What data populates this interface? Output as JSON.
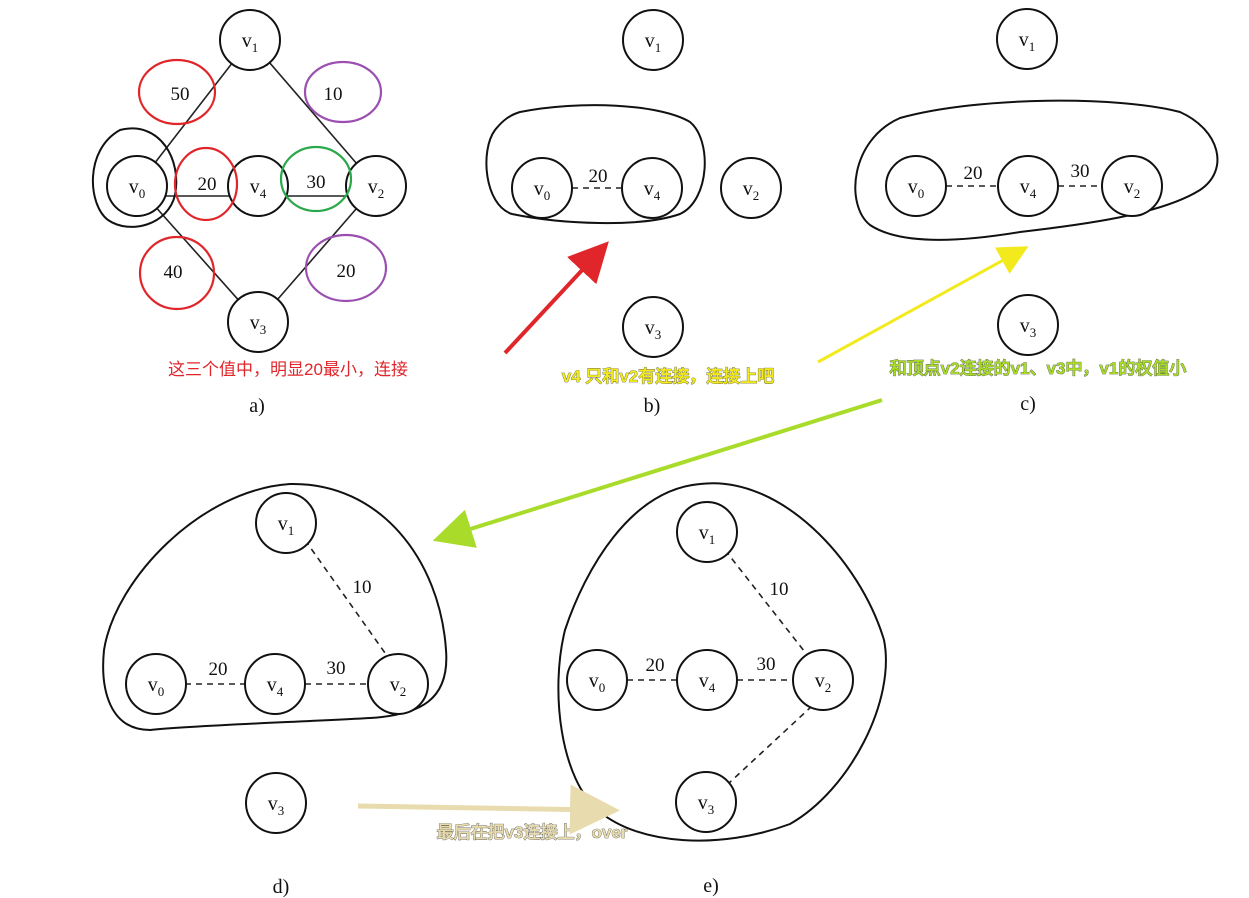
{
  "colors": {
    "red": "#e0262b",
    "green": "#2aa84a",
    "purple": "#9b4fb0",
    "yellow": "#f2ea1c",
    "lime": "#a9dc2a",
    "tan": "#e8dcae"
  },
  "panels": {
    "a": {
      "caption": "a)",
      "note": "这三个值中，明显20最小，连接",
      "nodes": {
        "v1": {
          "main": "v",
          "sub": "1"
        },
        "v0": {
          "main": "v",
          "sub": "0"
        },
        "v4": {
          "main": "v",
          "sub": "4"
        },
        "v2": {
          "main": "v",
          "sub": "2"
        },
        "v3": {
          "main": "v",
          "sub": "3"
        }
      },
      "weights": {
        "w50": "50",
        "w10": "10",
        "w20a": "20",
        "w30": "30",
        "w40": "40",
        "w20b": "20"
      }
    },
    "b": {
      "caption": "b)",
      "note": "v4 只和v2有连接，连接上吧",
      "nodes": {
        "v1": {
          "main": "v",
          "sub": "1"
        },
        "v0": {
          "main": "v",
          "sub": "0"
        },
        "v4": {
          "main": "v",
          "sub": "4"
        },
        "v2": {
          "main": "v",
          "sub": "2"
        },
        "v3": {
          "main": "v",
          "sub": "3"
        }
      },
      "weights": {
        "w20": "20"
      }
    },
    "c": {
      "caption": "c)",
      "note": "和顶点v2连接的v1、v3中，v1的权值小",
      "nodes": {
        "v1": {
          "main": "v",
          "sub": "1"
        },
        "v0": {
          "main": "v",
          "sub": "0"
        },
        "v4": {
          "main": "v",
          "sub": "4"
        },
        "v2": {
          "main": "v",
          "sub": "2"
        },
        "v3": {
          "main": "v",
          "sub": "3"
        }
      },
      "weights": {
        "w20": "20",
        "w30": "30"
      }
    },
    "d": {
      "caption": "d)",
      "nodes": {
        "v1": {
          "main": "v",
          "sub": "1"
        },
        "v0": {
          "main": "v",
          "sub": "0"
        },
        "v4": {
          "main": "v",
          "sub": "4"
        },
        "v2": {
          "main": "v",
          "sub": "2"
        },
        "v3": {
          "main": "v",
          "sub": "3"
        }
      },
      "weights": {
        "w10": "10",
        "w20": "20",
        "w30": "30"
      }
    },
    "e": {
      "caption": "e)",
      "note": "最后在把v3连接上，over",
      "nodes": {
        "v1": {
          "main": "v",
          "sub": "1"
        },
        "v0": {
          "main": "v",
          "sub": "0"
        },
        "v4": {
          "main": "v",
          "sub": "4"
        },
        "v2": {
          "main": "v",
          "sub": "2"
        },
        "v3": {
          "main": "v",
          "sub": "3"
        }
      },
      "weights": {
        "w10": "10",
        "w20": "20",
        "w30": "30"
      }
    }
  }
}
